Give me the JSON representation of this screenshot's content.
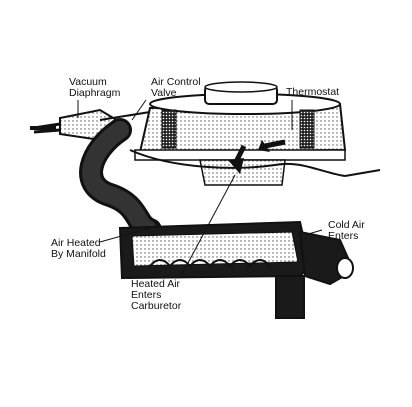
{
  "labels": {
    "vacuum_diaphragm": [
      "Vacuum",
      "Diaphragm"
    ],
    "air_control_valve": [
      "Air Control",
      "Valve"
    ],
    "thermostat": "Thermostat",
    "cold_air_enters": [
      "Cold Air",
      "Enters"
    ],
    "air_heated_by_manifold": [
      "Air Heated",
      "By Manifold"
    ],
    "heated_air_enters_carburetor": [
      "Heated Air",
      "Enters",
      "Carburetor"
    ]
  },
  "colors": {
    "ink": "#111111",
    "paper": "#ffffff",
    "stipple": "#555555"
  }
}
